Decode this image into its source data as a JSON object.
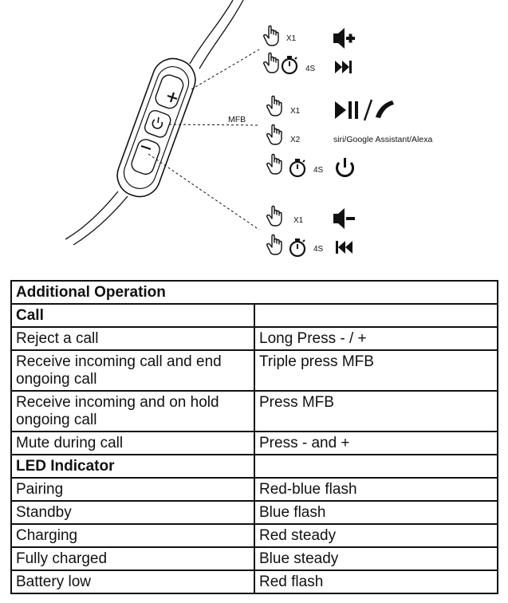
{
  "diagram": {
    "mfb_label": "MFB",
    "rows": [
      {
        "press": "X1",
        "action_icon": "volume-up-icon"
      },
      {
        "press": "4S",
        "action_icon": "next-track-icon"
      },
      {
        "press": "X1",
        "action_icon": "play-pause-answer-icon"
      },
      {
        "press": "X2",
        "action_text": "siri/Google Assistant/Alexa"
      },
      {
        "press": "4S",
        "action_icon": "power-icon"
      },
      {
        "press": "X1",
        "action_icon": "volume-down-icon"
      },
      {
        "press": "4S",
        "action_icon": "previous-track-icon"
      }
    ],
    "remote_buttons": [
      "+",
      "power",
      "−"
    ]
  },
  "table": {
    "title": "Additional Operation",
    "sections": [
      {
        "name": "Call",
        "rows": [
          {
            "label": "Reject a call",
            "value": "Long Press - / +"
          },
          {
            "label": "Receive incoming call and end ongoing call",
            "value": "Triple press MFB"
          },
          {
            "label": "Receive incoming and on hold ongoing call",
            "value": "Press MFB"
          },
          {
            "label": "Mute during call",
            "value": "Press - and +"
          }
        ]
      },
      {
        "name": "LED Indicator",
        "rows": [
          {
            "label": "Pairing",
            "value": "Red-blue flash"
          },
          {
            "label": "Standby",
            "value": "Blue flash"
          },
          {
            "label": "Charging",
            "value": "Red steady"
          },
          {
            "label": "Fully charged",
            "value": "Blue steady"
          },
          {
            "label": "Battery low",
            "value": "Red flash"
          }
        ]
      }
    ]
  }
}
